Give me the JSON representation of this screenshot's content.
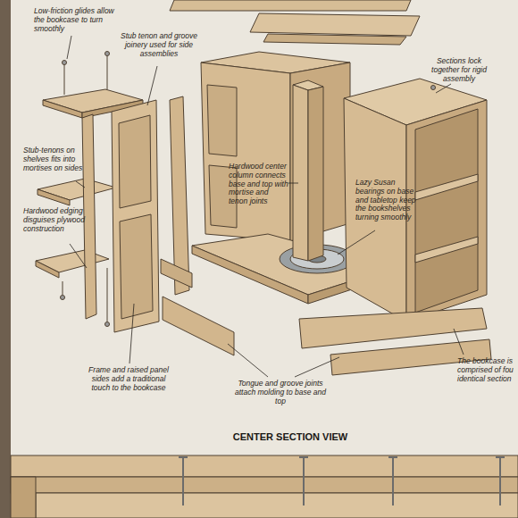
{
  "diagram": {
    "title": "CENTER SECTION VIEW",
    "labels": [
      "Low-friction glides allow the bookcase to turn smoothly",
      "Stub tenon and groove joinery used for side assemblies",
      "Sections lock together for rigid assembly",
      "Stub-tenons on shelves fits into mortises on sides",
      "Hardwood center column connects base and top with mortise and tenon joints",
      "Lazy Susan bearings on base and tabletop keep the bookshelves turning smoothly",
      "Hardwood edging disguises plywood construction",
      "Frame and raised panel sides add a traditional touch to the bookcase",
      "Tongue and groove joints attach molding to base and top",
      "The bookcase is comprised of fou identical section"
    ]
  }
}
